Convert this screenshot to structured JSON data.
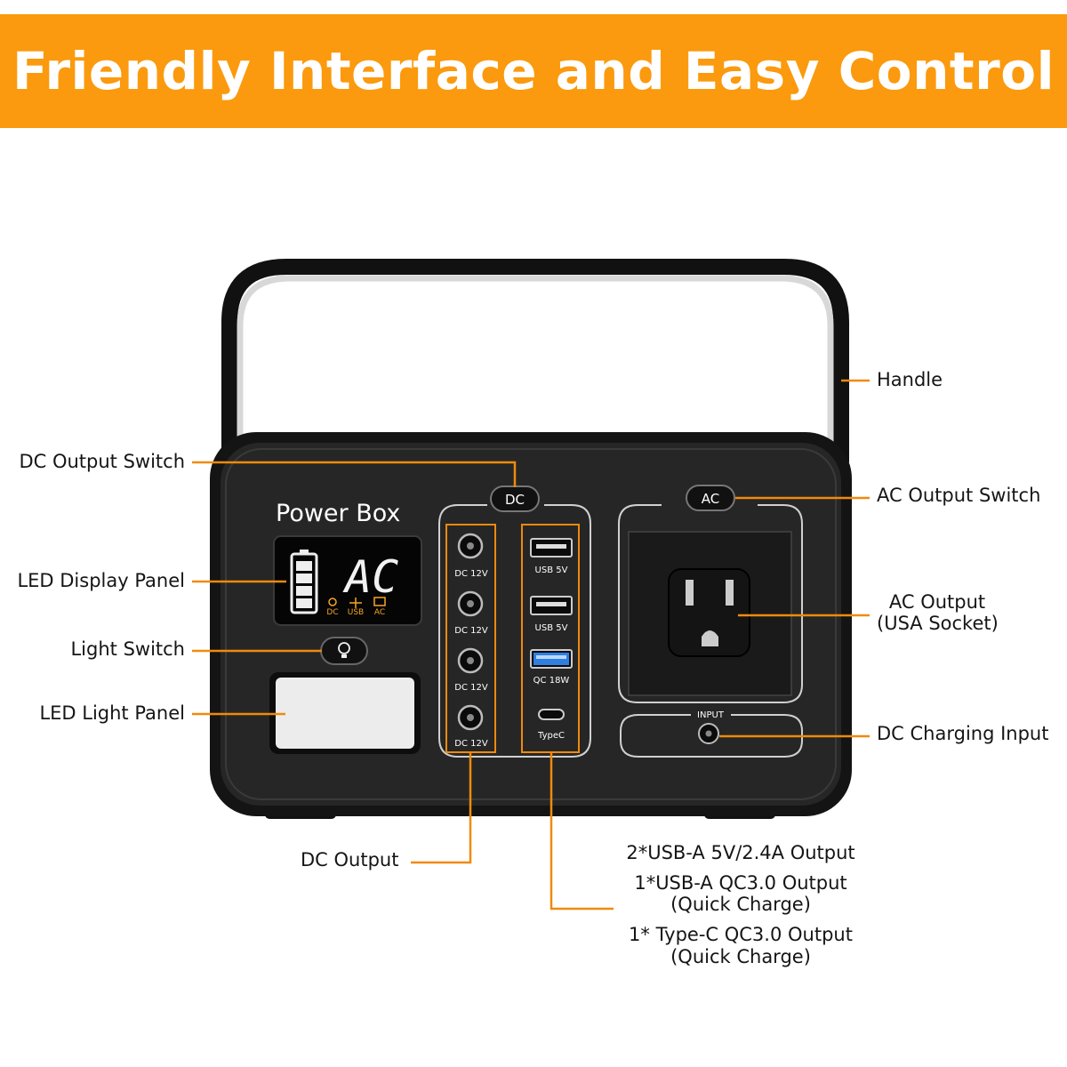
{
  "banner": {
    "title": "Friendly Interface and Easy Control"
  },
  "device": {
    "brand": "Power Box",
    "display": {
      "mode_text": "AC",
      "indicators": [
        "DC",
        "USB",
        "AC"
      ]
    },
    "switch_labels": {
      "dc": "DC",
      "ac": "AC"
    },
    "dc_ports": [
      "DC 12V",
      "DC 12V",
      "DC 12V",
      "DC 12V"
    ],
    "usb_ports": [
      "USB 5V",
      "USB 5V",
      "QC 18W",
      "TypeC"
    ],
    "input_label": "INPUT"
  },
  "callouts": {
    "handle": "Handle",
    "dc_output_switch": "DC Output Switch",
    "ac_output_switch": "AC Output Switch",
    "led_display_panel": "LED Display Panel",
    "ac_output": [
      "AC Output",
      "(USA Socket)"
    ],
    "light_switch": "Light Switch",
    "led_light_panel": "LED Light Panel",
    "dc_charging_input": "DC Charging Input",
    "dc_output": "DC Output",
    "usb_outputs": [
      [
        "2*USB-A 5V/2.4A Output"
      ],
      [
        "1*USB-A QC3.0 Output",
        "(Quick Charge)"
      ],
      [
        "1* Type-C QC3.0 Output",
        "(Quick Charge)"
      ]
    ]
  },
  "colors": {
    "accent": "#fb9a0e",
    "body": "#1c1c1c",
    "text": "#151515"
  }
}
